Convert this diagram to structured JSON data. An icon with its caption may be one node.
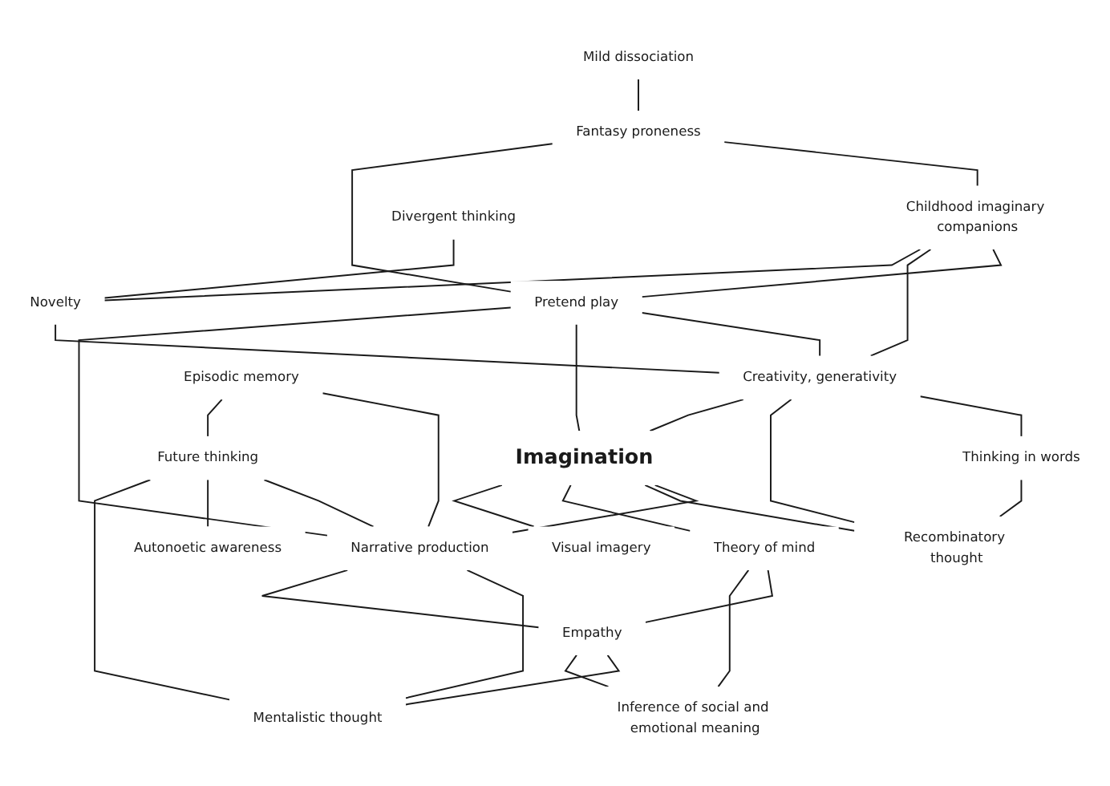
{
  "diagram": {
    "nodes": [
      {
        "text": [
          "Imagination"
        ]
      },
      {
        "text": [
          "Mild dissociation"
        ]
      },
      {
        "text": [
          "Childhood imaginary companions"
        ]
      },
      {
        "text": [
          "Divergent thinking"
        ]
      },
      {
        "text": [
          "Fantasy proneness"
        ]
      },
      {
        "text": [
          "Pretend play"
        ]
      },
      {
        "text": [
          "Creativity, generativity"
        ]
      },
      {
        "text": [
          "Novelty"
        ]
      },
      {
        "text": [
          "Thinking in words"
        ]
      },
      {
        "text": [
          "Episodic memory"
        ]
      },
      {
        "text": [
          "Narrative production"
        ]
      },
      {
        "text": [
          "Recombinatory thought"
        ]
      },
      {
        "text": [
          "Future thinking"
        ]
      },
      {
        "text": [
          "Theory of mind"
        ]
      },
      {
        "text": [
          "Visual imagery"
        ]
      },
      {
        "text": [
          "Empathy"
        ]
      },
      {
        "text": [
          "Autonoetic awareness"
        ]
      },
      {
        "text": [
          "Mentalistic thought"
        ]
      },
      {
        "text": [
          "Inference of social and emotional meaning"
        ]
      }
    ],
    "edges": [
      {
        "from": 1,
        "to": 4,
        "arrow": "none"
      },
      {
        "from": 4,
        "to": 2,
        "arrow": "none"
      },
      {
        "from": 2,
        "to": 5,
        "arrow": "none"
      },
      {
        "from": 2,
        "to": 6,
        "arrow": "none"
      },
      {
        "from": 2,
        "to": 7,
        "arrow": "none"
      },
      {
        "from": 3,
        "to": 7,
        "arrow": "none"
      },
      {
        "from": 7,
        "to": 6,
        "arrow": "none"
      },
      {
        "from": 4,
        "to": 5,
        "arrow": "none"
      },
      {
        "from": 5,
        "to": 6,
        "arrow": "none"
      },
      {
        "from": 6,
        "to": 8,
        "arrow": "none"
      },
      {
        "from": 8,
        "to": 11,
        "arrow": "none"
      },
      {
        "from": 6,
        "to": 11,
        "arrow": "none"
      },
      {
        "from": 6,
        "to": 0,
        "arrow": "none"
      },
      {
        "from": 5,
        "to": 0,
        "arrow": "none"
      },
      {
        "from": 5,
        "to": 10,
        "arrow": "none"
      },
      {
        "from": 0,
        "to": 10,
        "arrow": "none"
      },
      {
        "from": 0,
        "to": 11,
        "arrow": "none"
      },
      {
        "from": 0,
        "to": 13,
        "arrow": "none"
      },
      {
        "from": 0,
        "to": 14,
        "arrow": "none"
      },
      {
        "from": 9,
        "to": 10,
        "arrow": "none"
      },
      {
        "from": 9,
        "to": 12,
        "arrow": "none"
      },
      {
        "from": 12,
        "to": 10,
        "arrow": "none"
      },
      {
        "from": 12,
        "to": 16,
        "arrow": "none"
      },
      {
        "from": 12,
        "to": 17,
        "arrow": "none"
      },
      {
        "from": 10,
        "to": 17,
        "arrow": "none"
      },
      {
        "from": 10,
        "to": 15,
        "arrow": "none"
      },
      {
        "from": 13,
        "to": 15,
        "arrow": "none"
      },
      {
        "from": 13,
        "to": 18,
        "arrow": "none"
      },
      {
        "from": 15,
        "to": 17,
        "arrow": "none"
      },
      {
        "from": 15,
        "to": 18,
        "arrow": "none"
      }
    ]
  }
}
